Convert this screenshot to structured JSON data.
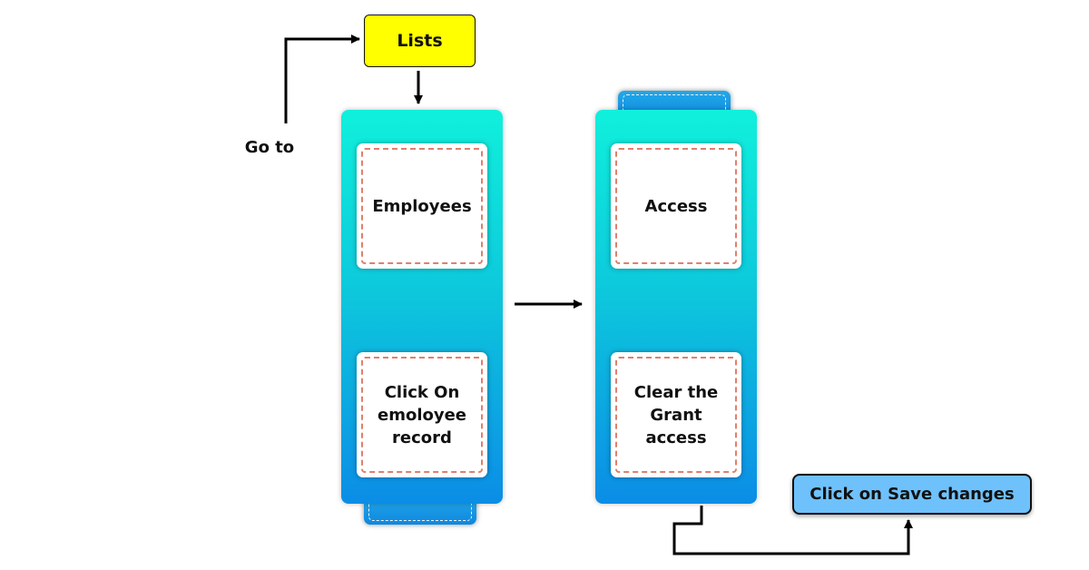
{
  "diagram": {
    "lists_node": {
      "label": "Lists"
    },
    "goto_label": "Go to",
    "left_stack": {
      "step1": "Employees",
      "step2": "Click On emoloyee record"
    },
    "right_stack": {
      "step1": "Access",
      "step2": "Clear the Grant access"
    },
    "final_action": {
      "label": "Click on Save changes"
    }
  },
  "colors": {
    "lists_fill": "#ffff00",
    "panel_gradient_top": "#10f0dc",
    "panel_gradient_bottom": "#0b8de6",
    "card_dash": "#e0806c",
    "save_fill": "#6fc1fb"
  }
}
